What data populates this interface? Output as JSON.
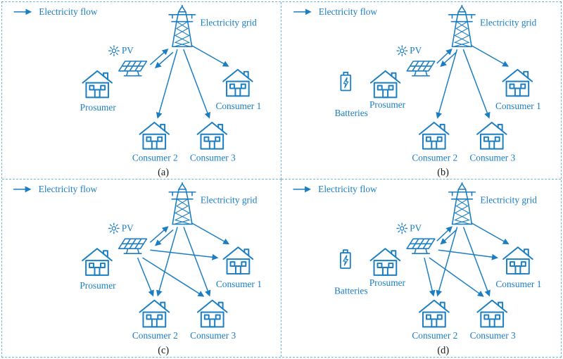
{
  "colors": {
    "accent": "#1b7ec2",
    "divider": "#6fb6dd",
    "caption_text": "#1a1a1a",
    "background": "#ffffff"
  },
  "panels": [
    {
      "caption": "(a)",
      "legend_label": "Electricity flow",
      "grid_label": "Electricity grid",
      "pv_label": "PV",
      "prosumer_label": "Prosumer",
      "consumer1_label": "Consumer 1",
      "consumer2_label": "Consumer 2",
      "consumer3_label": "Consumer 3",
      "flows": [
        "prosumer <-> electricity grid",
        "electricity grid -> consumer 1",
        "electricity grid -> consumer 2",
        "electricity grid -> consumer 3"
      ]
    },
    {
      "caption": "(b)",
      "legend_label": "Electricity flow",
      "grid_label": "Electricity grid",
      "pv_label": "PV",
      "prosumer_label": "Prosumer",
      "batteries_label": "Batteries",
      "consumer1_label": "Consumer 1",
      "consumer2_label": "Consumer 2",
      "consumer3_label": "Consumer 3",
      "flows": [
        "prosumer <-> electricity grid",
        "electricity grid -> consumer 1",
        "electricity grid -> consumer 2",
        "electricity grid -> consumer 3"
      ]
    },
    {
      "caption": "(c)",
      "legend_label": "Electricity flow",
      "grid_label": "Electricity grid",
      "pv_label": "PV",
      "prosumer_label": "Prosumer",
      "consumer1_label": "Consumer 1",
      "consumer2_label": "Consumer 2",
      "consumer3_label": "Consumer 3",
      "flows": [
        "prosumer <-> electricity grid",
        "electricity grid -> consumer 1",
        "electricity grid -> consumer 2",
        "electricity grid -> consumer 3",
        "prosumer -> consumer 1",
        "prosumer -> consumer 2",
        "prosumer -> consumer 3"
      ]
    },
    {
      "caption": "(d)",
      "legend_label": "Electricity flow",
      "grid_label": "Electricity grid",
      "pv_label": "PV",
      "prosumer_label": "Prosumer",
      "batteries_label": "Batteries",
      "consumer1_label": "Consumer 1",
      "consumer2_label": "Consumer 2",
      "consumer3_label": "Consumer 3",
      "flows": [
        "prosumer <-> electricity grid",
        "electricity grid -> consumer 1",
        "electricity grid -> consumer 2",
        "electricity grid -> consumer 3",
        "prosumer -> consumer 1",
        "prosumer -> consumer 2",
        "prosumer -> consumer 3"
      ]
    }
  ]
}
